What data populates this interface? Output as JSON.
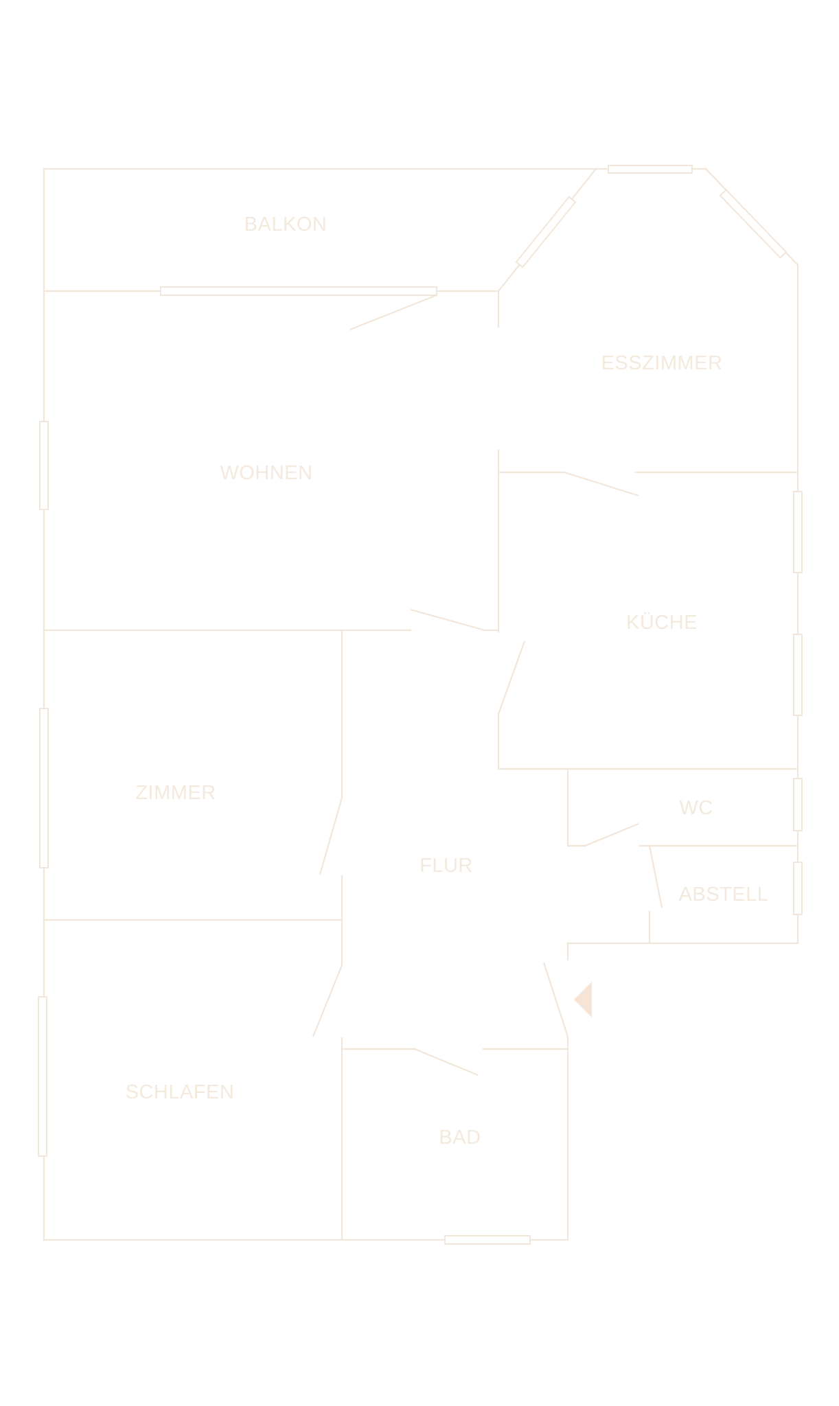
{
  "rooms": {
    "balkon": "BALKON",
    "esszimmer": "ESSZIMMER",
    "wohnen": "WOHNEN",
    "kueche": "KÜCHE",
    "zimmer": "ZIMMER",
    "flur": "FLUR",
    "wc": "WC",
    "abstell": "ABSTELL",
    "schlafen": "SCHLAFEN",
    "bad": "BAD"
  },
  "colors": {
    "line": "#f2e6da",
    "label": "#f4e9dd",
    "entrance": "#f6e4d6",
    "background": "#ffffff"
  },
  "icons": {
    "entrance": "entrance-arrow-icon"
  }
}
